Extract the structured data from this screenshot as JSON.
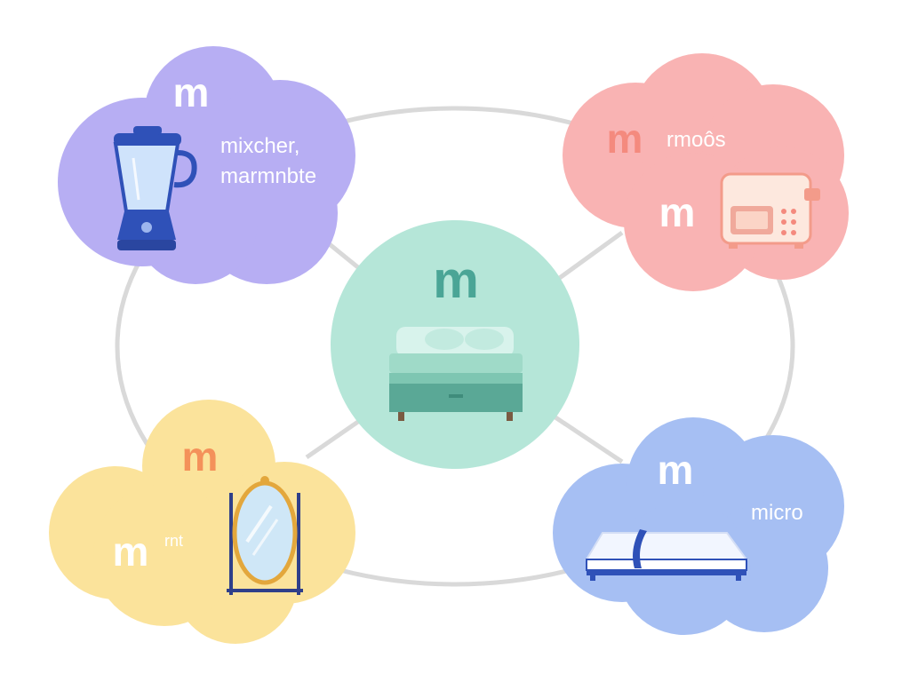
{
  "colors": {
    "connector": "#d9d9d9",
    "topleft_cloud": "#b7aef3",
    "topright_cloud": "#f9b3b3",
    "center_circle": "#b5e6d8",
    "bottomleft_cloud": "#fbe39b",
    "bottomright_cloud": "#a6bff3",
    "m_white": "#ffffff",
    "m_teal": "#4aa596",
    "m_salmon": "#f48a7e",
    "m_orange": "#f4915a"
  },
  "hub": {
    "letter": "m",
    "icon": "bed-icon"
  },
  "nodes": [
    {
      "position": "top-left",
      "letter": "m",
      "text_line1": "mixcher,",
      "text_line2": "marmnbte",
      "icon": "blender-icon"
    },
    {
      "position": "top-right",
      "letter_primary": "m",
      "letter_secondary": "m",
      "text": "rmoôs",
      "icon": "microwave-icon"
    },
    {
      "position": "bottom-left",
      "letter_primary": "m",
      "letter_secondary": "m",
      "small_text": "rnt",
      "icon": "mirror-icon"
    },
    {
      "position": "bottom-right",
      "letter": "m",
      "text": "micro",
      "icon": "mattress-icon"
    }
  ]
}
